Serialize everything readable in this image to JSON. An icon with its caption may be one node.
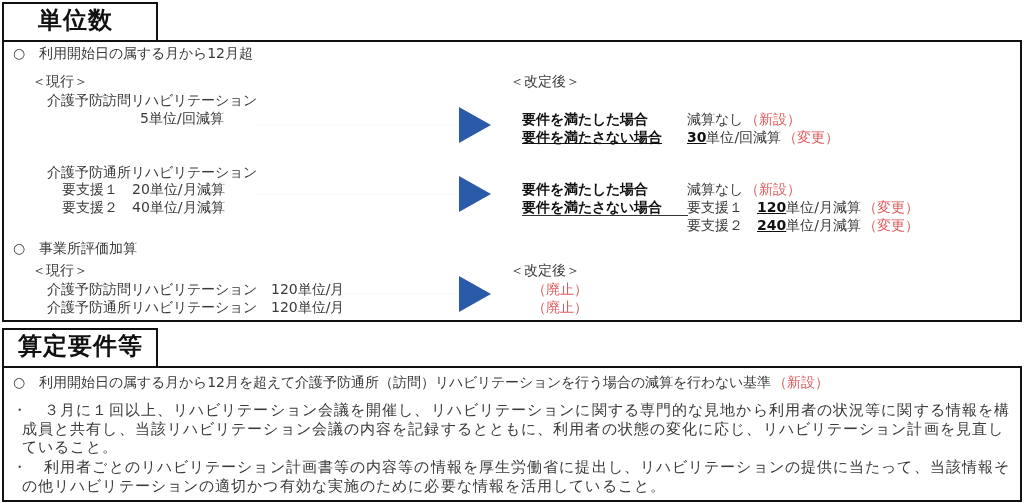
{
  "diagram": {
    "nodes": [
      {
        "text": [
          "単位数"
        ]
      },
      {
        "text": [
          "○　利用開始日の属する月から12月超",
          "○　事業所評価加算"
        ]
      },
      {
        "text": [
          "＜現行＞",
          "介護予防訪問リハビリテーション",
          "5単位/回減算"
        ],
        "in": 1
      },
      {
        "text": [
          "＜改定後＞",
          "要件を満たした場合",
          "減算なし",
          "（新設）",
          "要件を満たさない場合",
          "**30**単位/回減算",
          "（変更）"
        ],
        "in": 1
      },
      {
        "text": [
          "介護予防通所リハビリテーション",
          "要支援１　20単位/月減算",
          "要支援２　40単位/月減算"
        ],
        "in": 1
      },
      {
        "text": [
          "要件を満たした場合",
          "減算なし",
          "（新設）",
          "要件を満たさない場合",
          "要支援１　**120**単位/月減算",
          "（変更）",
          "要支援２　**240**単位/月減算",
          "（変更）"
        ],
        "in": 1
      },
      {
        "text": [
          "＜現行＞",
          "介護予防訪問リハビリテーション　120単位/月",
          "介護予防通所リハビリテーション　120単位/月"
        ],
        "in": 1
      },
      {
        "text": [
          "＜改定後＞",
          "（廃止）",
          "（廃止）"
        ],
        "in": 1
      },
      {
        "text": [
          "算定要件等"
        ]
      },
      {
        "text": [
          "○　利用開始日の属する月から12月を超えて介護予防通所（訪問）リハビリテーションを行う場合の減算を行わない基準",
          "（新設）",
          "・　３月に１回以上、リハビリテーション会議を開催し、リハビリテーションに関する専門的な見地から利用者の状況等に関する情報を構成員と共有し、当該リハビリテーション会議の内容を記録するとともに、利用者の状態の変化に応じ、リハビリテーション計画を見直していること。",
          "・　利用者ごとのリハビリテーション計画書等の内容等の情報を厚生労働省に提出し、リハビリテーションの提供に当たって、当該情報その他リハビリテーションの適切かつ有効な実施のために必要な情報を活用していること。"
        ]
      }
    ],
    "edges": [
      {
        "from": 2,
        "to": 3,
        "arrow": "to"
      },
      {
        "from": 4,
        "to": 5,
        "arrow": "to"
      },
      {
        "from": 6,
        "to": 7,
        "arrow": "to"
      }
    ]
  }
}
